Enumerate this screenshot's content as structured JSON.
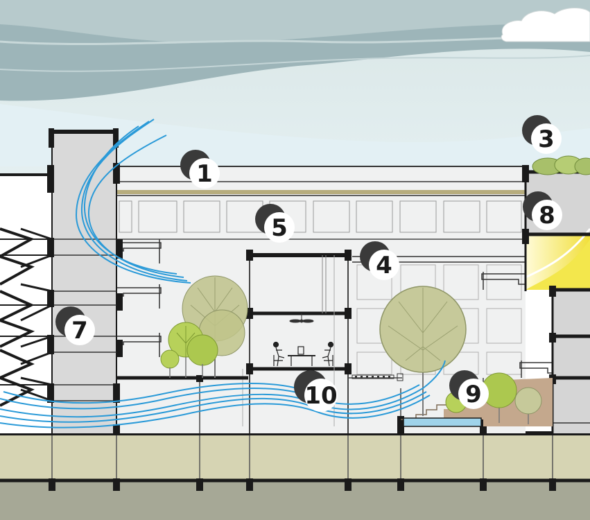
{
  "labels": {
    "l1": "1",
    "l3": "3",
    "l4": "4",
    "l5": "5",
    "l7": "7",
    "l8": "8",
    "l9": "9",
    "l10": "10"
  },
  "colors": {
    "sky_band": "#9fb7bb",
    "sky_light": "#dcecef",
    "slab": "#1a1a1a",
    "airflow": "#2a9ad8",
    "tree_olive": "#b6c38a",
    "tree_lime": "#a8c94a",
    "ground": "#d6d4b3",
    "basement": "#a6a896",
    "terrace": "#c4a88d",
    "sun": "#f1e24a",
    "pool": "#9fd3ea"
  }
}
